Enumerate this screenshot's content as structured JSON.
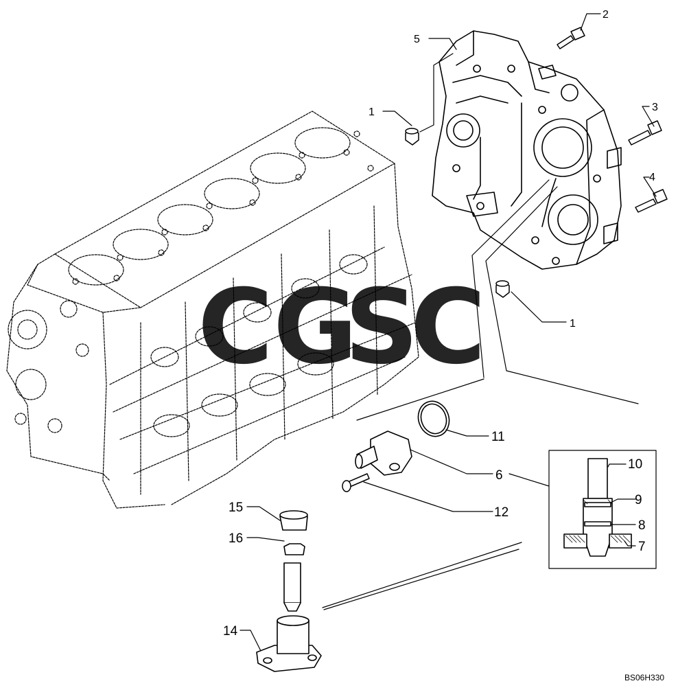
{
  "diagram": {
    "callouts": [
      {
        "id": "c1a",
        "label": "1"
      },
      {
        "id": "c1b",
        "label": "1"
      },
      {
        "id": "c2",
        "label": "2"
      },
      {
        "id": "c3",
        "label": "3"
      },
      {
        "id": "c4",
        "label": "4"
      },
      {
        "id": "c5",
        "label": "5"
      },
      {
        "id": "c6",
        "label": "6"
      },
      {
        "id": "c7",
        "label": "7"
      },
      {
        "id": "c8",
        "label": "8"
      },
      {
        "id": "c9",
        "label": "9"
      },
      {
        "id": "c10",
        "label": "10"
      },
      {
        "id": "c11",
        "label": "11"
      },
      {
        "id": "c12",
        "label": "12"
      },
      {
        "id": "c14",
        "label": "14"
      },
      {
        "id": "c15",
        "label": "15"
      },
      {
        "id": "c16",
        "label": "16"
      }
    ],
    "drawing_code": "BS06H330",
    "watermark": {
      "letters": [
        {
          "char": "C",
          "color": "#4f7fd9"
        },
        {
          "char": "G",
          "color": "#e8706a"
        },
        {
          "char": "S",
          "color": "#f2cf4a"
        },
        {
          "char": "C",
          "color": "#5bb98f"
        }
      ],
      "opacity": 0.85
    }
  }
}
